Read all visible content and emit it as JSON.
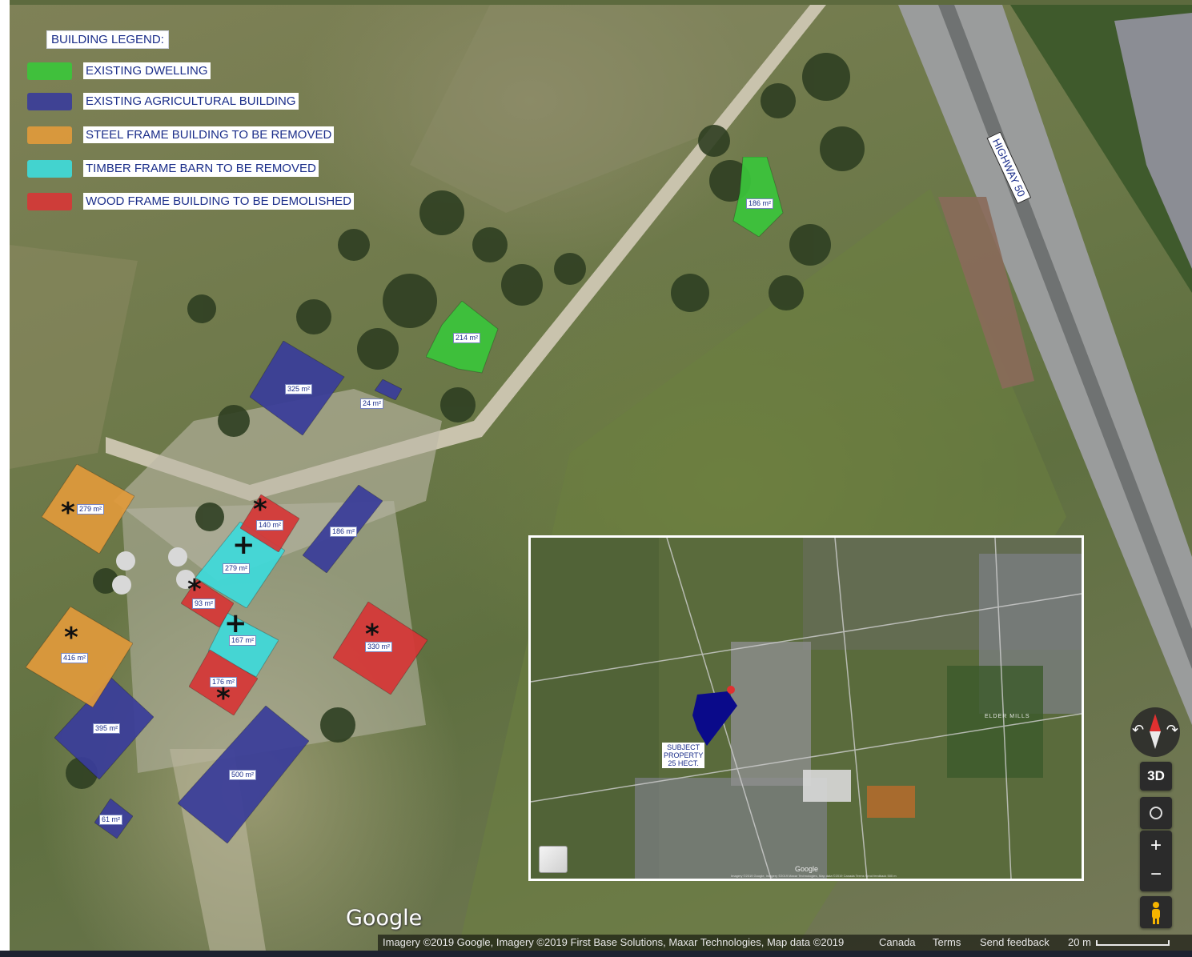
{
  "legend": {
    "title": "BUILDING LEGEND:",
    "items": [
      {
        "label": "EXISTING DWELLING",
        "color": "#3bc53b"
      },
      {
        "label": "EXISTING AGRICULTURAL BUILDING",
        "color": "#3a3d9a"
      },
      {
        "label": "STEEL FRAME BUILDING TO BE REMOVED",
        "color": "#e09a3c"
      },
      {
        "label": "TIMBER FRAME BARN TO BE REMOVED",
        "color": "#3fdada"
      },
      {
        "label": "WOOD FRAME BUILDING TO BE DEMOLISHED",
        "color": "#d63737"
      }
    ]
  },
  "road_label": "HIGHWAY 50",
  "buildings": {
    "dwelling_1": "186 m²",
    "dwelling_2": "214 m²",
    "agri_1": "325 m²",
    "agri_2": "24 m²",
    "agri_3": "186 m²",
    "agri_4": "395 m²",
    "agri_5": "500 m²",
    "agri_6": "61 m²",
    "steel_1": "279 m²",
    "steel_2": "416 m²",
    "timber_1": "279 m²",
    "timber_2": "167 m²",
    "wood_1": "140 m²",
    "wood_2": "93 m²",
    "wood_3": "176 m²",
    "wood_4": "330 m²"
  },
  "marks": {
    "star": "*",
    "plus": "+"
  },
  "inset": {
    "subject_label_1": "SUBJECT",
    "subject_label_2": "PROPERTY",
    "subject_label_3": "25 HECT.",
    "place_name": "ELDER MILLS",
    "google": "Google",
    "attribution": "Imagery ©2019 Google, Imagery ©2019 Maxar Technologies, Map data ©2019  Canada  Terms  Send feedback  500 m",
    "subject_color": "#0a0a8a"
  },
  "controls": {
    "three_d": "3D",
    "zoom_in": "+",
    "zoom_out": "−",
    "rotate_left": "↶",
    "rotate_right": "↷"
  },
  "google_logo": "Google",
  "attribution": {
    "imagery": "Imagery ©2019 Google, Imagery ©2019 First Base Solutions, Maxar Technologies, Map data ©2019",
    "region": "Canada",
    "terms": "Terms",
    "feedback": "Send feedback",
    "scale": "20 m"
  }
}
